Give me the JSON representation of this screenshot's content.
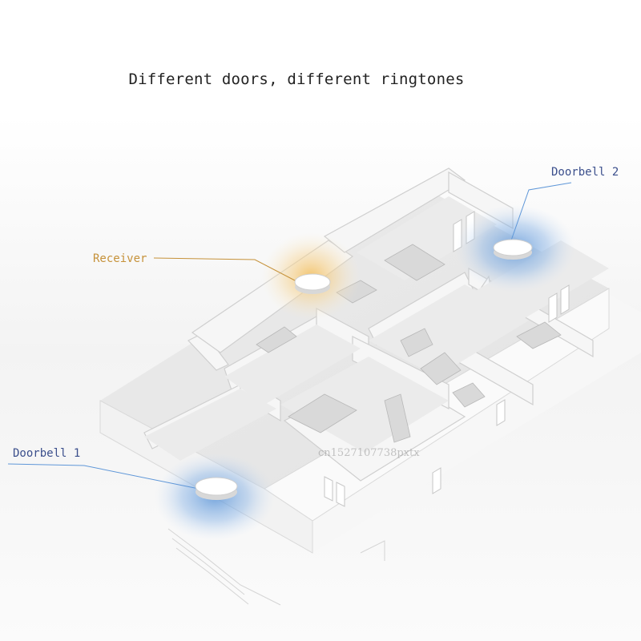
{
  "headline": "Different doors, different ringtones",
  "labels": {
    "receiver": "Receiver",
    "doorbell_1": "Doorbell 1",
    "doorbell_2": "Doorbell 2"
  },
  "watermark": "cn1527107738pxtx",
  "colors": {
    "receiver_glow": "#f3c061",
    "doorbell_glow": "#5f97d8",
    "doorbell_label": "#3b4f8c",
    "receiver_label": "#c6923a"
  },
  "icons": {
    "device": "round-white-puck",
    "scene": "isometric-floor-plan"
  }
}
